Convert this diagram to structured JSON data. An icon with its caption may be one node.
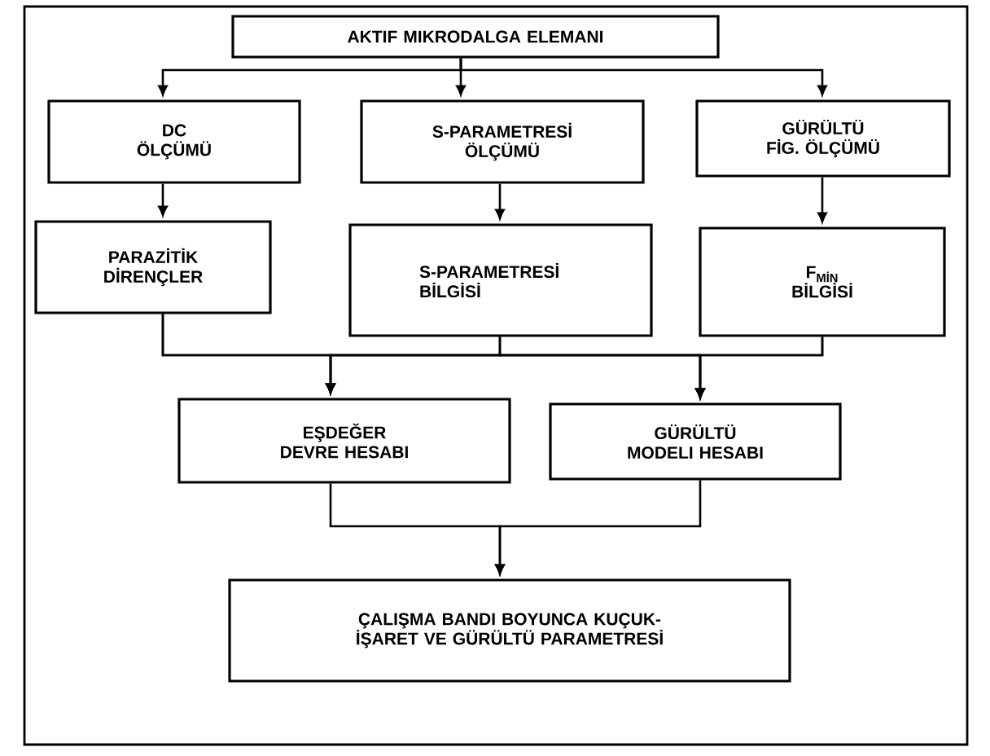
{
  "diagram": {
    "nodes": [
      {
        "text": [
          "AKTIF MIKRODALGA ELEMANI"
        ]
      },
      {
        "text": [
          "DC ÖLÇÜMÜ"
        ]
      },
      {
        "text": [
          "S-PARAMETRESİ ÖLÇÜMÜ"
        ]
      },
      {
        "text": [
          "GÜRÜLTÜ FİG. ÖLÇÜMÜ"
        ]
      },
      {
        "text": [
          "PARAZİTİK DİRENÇLER"
        ]
      },
      {
        "text": [
          "S-PARAMETRESİ BİLGİSİ"
        ]
      },
      {
        "text": [
          "F$_{MİN}$ BİLGİSİ"
        ]
      },
      {
        "text": [
          "EŞDEĞER DEVRE HESABI"
        ]
      },
      {
        "text": [
          "GÜRÜLTÜ MODELI HESABI"
        ]
      },
      {
        "text": [
          "ÇALIŞMA BANDI BOYUNCA KUÇUK- İŞARET VE GÜRÜLTÜ PARAMETRESİ"
        ]
      }
    ],
    "edges": [
      {
        "from": 0,
        "to": 1,
        "arrow": "to"
      },
      {
        "from": 0,
        "to": 2,
        "arrow": "to"
      },
      {
        "from": 0,
        "to": 3,
        "arrow": "to"
      },
      {
        "from": 1,
        "to": 4,
        "arrow": "to"
      },
      {
        "from": 2,
        "to": 5,
        "arrow": "to"
      },
      {
        "from": 3,
        "to": 6,
        "arrow": "to"
      },
      {
        "from": 4,
        "to": 7,
        "arrow": "to"
      },
      {
        "from": 4,
        "to": 8,
        "arrow": "to"
      },
      {
        "from": 5,
        "to": 7,
        "arrow": "to"
      },
      {
        "from": 5,
        "to": 8,
        "arrow": "to"
      },
      {
        "from": 6,
        "to": 7,
        "arrow": "to"
      },
      {
        "from": 6,
        "to": 8,
        "arrow": "to"
      },
      {
        "from": 7,
        "to": 9,
        "arrow": "to"
      },
      {
        "from": 8,
        "to": 9,
        "arrow": "to"
      }
    ]
  }
}
